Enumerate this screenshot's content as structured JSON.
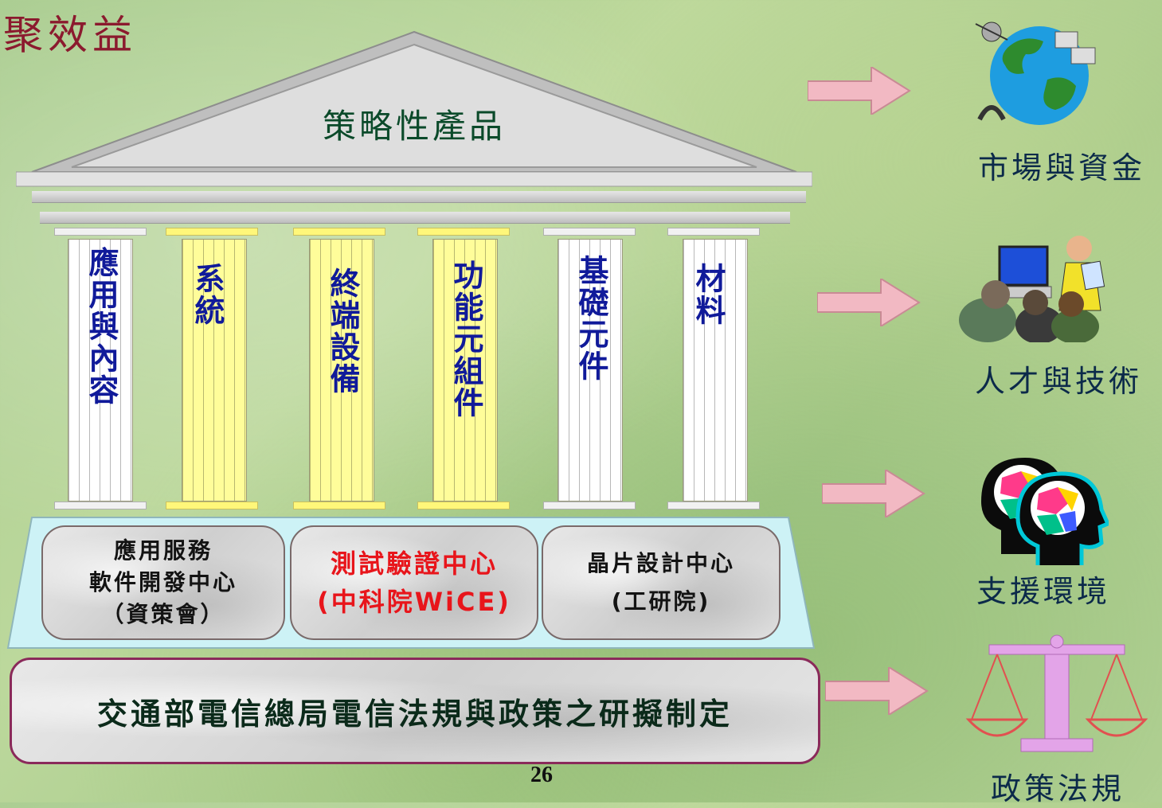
{
  "title": "群聚效益",
  "roof": {
    "label": "策略性產品"
  },
  "pillars": [
    {
      "label": "應用與內容"
    },
    {
      "label": "系統"
    },
    {
      "label": "終端設備"
    },
    {
      "label": "功能元組件"
    },
    {
      "label": "基礎元件"
    },
    {
      "label": "材料"
    }
  ],
  "centers": [
    {
      "lines": [
        "應用服務",
        "軟件開發中心",
        "（資策會）"
      ]
    },
    {
      "lines": [
        "測試驗證中心",
        "(中科院WiCE)"
      ]
    },
    {
      "lines": [
        "晶片設計中心",
        "(工研院)"
      ]
    }
  ],
  "foundation": {
    "label": "交通部電信總局電信法規與政策之研擬制定"
  },
  "outcomes": [
    {
      "label": "市場與資金",
      "icon": "globe-network-icon"
    },
    {
      "label": "人才與技術",
      "icon": "people-meeting-icon"
    },
    {
      "label": "支援環境",
      "icon": "two-heads-icon"
    },
    {
      "label": "政策法規",
      "icon": "balance-scale-icon"
    }
  ],
  "page_number": "26",
  "colors": {
    "title": "#8b1a2e",
    "pillar_text": "#101a9a",
    "arrow": "#f2b9c3",
    "highlight_red": "#e8151b"
  }
}
